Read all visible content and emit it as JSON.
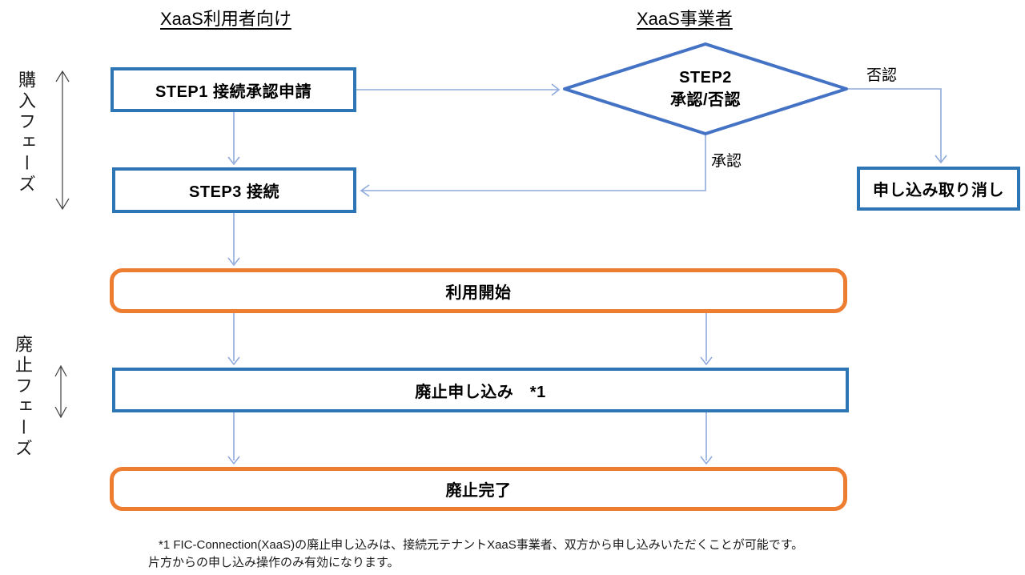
{
  "headers": {
    "left": "XaaS利用者向け",
    "right": "XaaS事業者"
  },
  "phases": {
    "purchase": "購入フェーズ",
    "abolish": "廃止フェーズ"
  },
  "nodes": {
    "step1": {
      "label": "STEP1 接続承認申請"
    },
    "step2": {
      "line1": "STEP2",
      "line2": "承認/否認"
    },
    "step3": {
      "label": "STEP3 接続"
    },
    "cancel": {
      "label": "申し込み取り消し"
    },
    "start_use": {
      "label": "利用開始"
    },
    "abolish_request": {
      "label": "廃止申し込み　*1"
    },
    "abolish_complete": {
      "label": "廃止完了"
    }
  },
  "edge_labels": {
    "deny": "否認",
    "approve": "承認"
  },
  "footnote": {
    "line1": "*1  FIC-Connection(XaaS)の廃止申し込みは、接続元テナントXaaS事業者、双方から申し込みいただくことが可能です。",
    "line2": "片方からの申し込み操作のみ有効になります。"
  },
  "colors": {
    "box_border_blue": "#2E75B6",
    "diamond_border_blue": "#4472C4",
    "orange_border": "#ED7D31",
    "connector_blue": "#8FAADC",
    "phase_arrow_black": "#404040",
    "text": "#000000",
    "background": "#FFFFFF"
  }
}
